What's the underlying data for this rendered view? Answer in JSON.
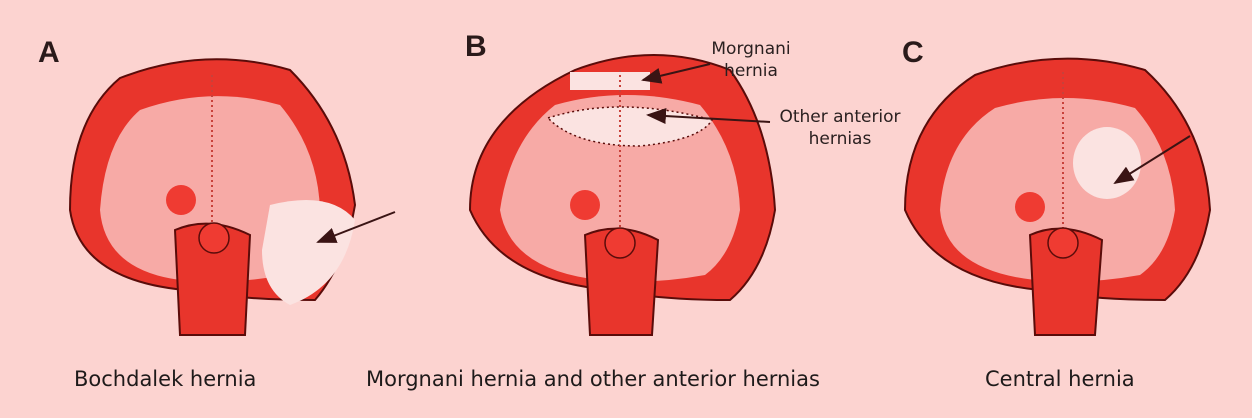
{
  "panels": [
    {
      "letter": "A",
      "caption": "Bochdalek hernia"
    },
    {
      "letter": "B",
      "caption": "Morgnani hernia and other anterior hernias"
    },
    {
      "letter": "C",
      "caption": "Central hernia"
    }
  ],
  "callouts": {
    "morgnani": [
      "Morgnani",
      "hernia"
    ],
    "other_anterior": [
      "Other anterior",
      "hernias"
    ]
  },
  "colors": {
    "background": "#fcd3d0",
    "muscle": "#e8352c",
    "muscle_stripe": "#5a0c0a",
    "tendon": "#f7aaa6",
    "tendon_left": "#f2a5a0",
    "hernia": "#fbe3e1",
    "opening": "#ef3b32",
    "arrow": "#3a1414"
  }
}
